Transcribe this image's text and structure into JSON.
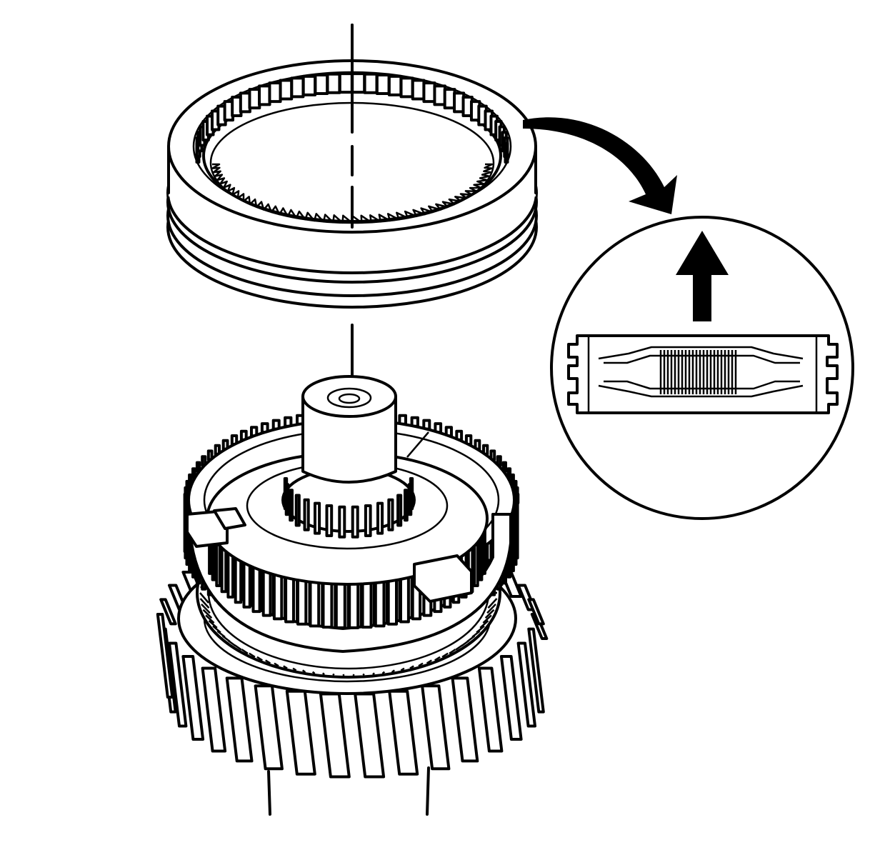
{
  "figure": {
    "kind": "exploded assembly line drawing",
    "background_color": "#ffffff",
    "line_color": "#000000",
    "parts": [
      {
        "id": "synchronizer-sleeve",
        "note_icon": "ring-sleeve"
      },
      {
        "id": "hub-and-gear-assembly",
        "note_icon": "helical-gear"
      },
      {
        "id": "detail-callout",
        "note_icon": "up-arrow-icon"
      }
    ]
  }
}
